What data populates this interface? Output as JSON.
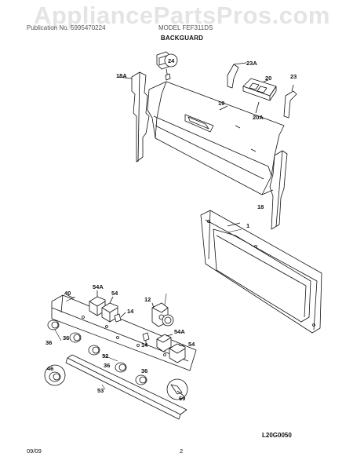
{
  "watermark": "AppliancePartsPros.com",
  "header": {
    "left_text": "Publication No. 5995470224",
    "right_text": "MODEL FEF311DS",
    "title": "BACKGUARD"
  },
  "callouts": [
    "24",
    "18A",
    "23A",
    "20",
    "23",
    "19",
    "20A",
    "18",
    "1",
    "40",
    "54A",
    "54",
    "12",
    "14",
    "54A",
    "54",
    "36",
    "36",
    "32",
    "36",
    "36",
    "46",
    "53",
    "69",
    "14"
  ],
  "diagram_code": "L20G0050",
  "footer": {
    "date": "09/09",
    "page": "2"
  }
}
